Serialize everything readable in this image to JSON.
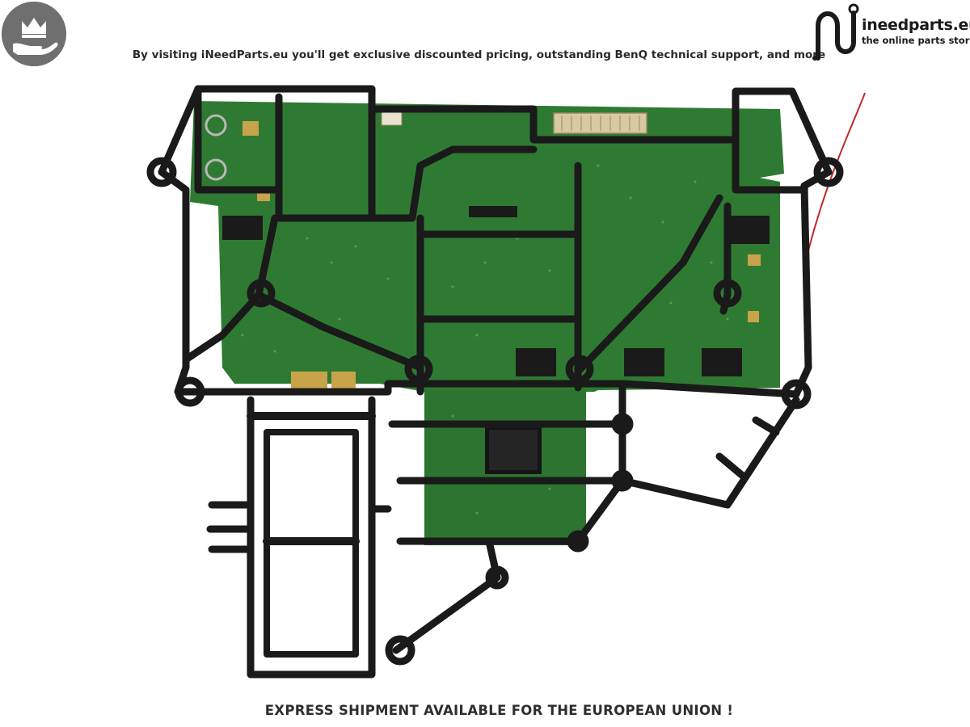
{
  "header": {
    "badge_icon": "crown-on-hand-icon",
    "tagline": "By visiting iNeedParts.eu you'll get exclusive discounted pricing, outstanding BenQ technical support, and more"
  },
  "logo": {
    "mark_icon": "ineedparts-n-logo-icon",
    "name": "ineedparts.eu",
    "subtitle": "the online parts store"
  },
  "product": {
    "subject": "green-pcb-board-with-black-plastic-frame"
  },
  "footer": {
    "notice": "EXPRESS SHIPMENT AVAILABLE FOR THE EUROPEAN UNION !"
  },
  "colors": {
    "pcb_green": "#2f7a32",
    "pcb_dark": "#1f5a24",
    "frame_black": "#1a1a1a",
    "badge_gray": "#6f6f6f",
    "gold": "#c9a34a"
  }
}
